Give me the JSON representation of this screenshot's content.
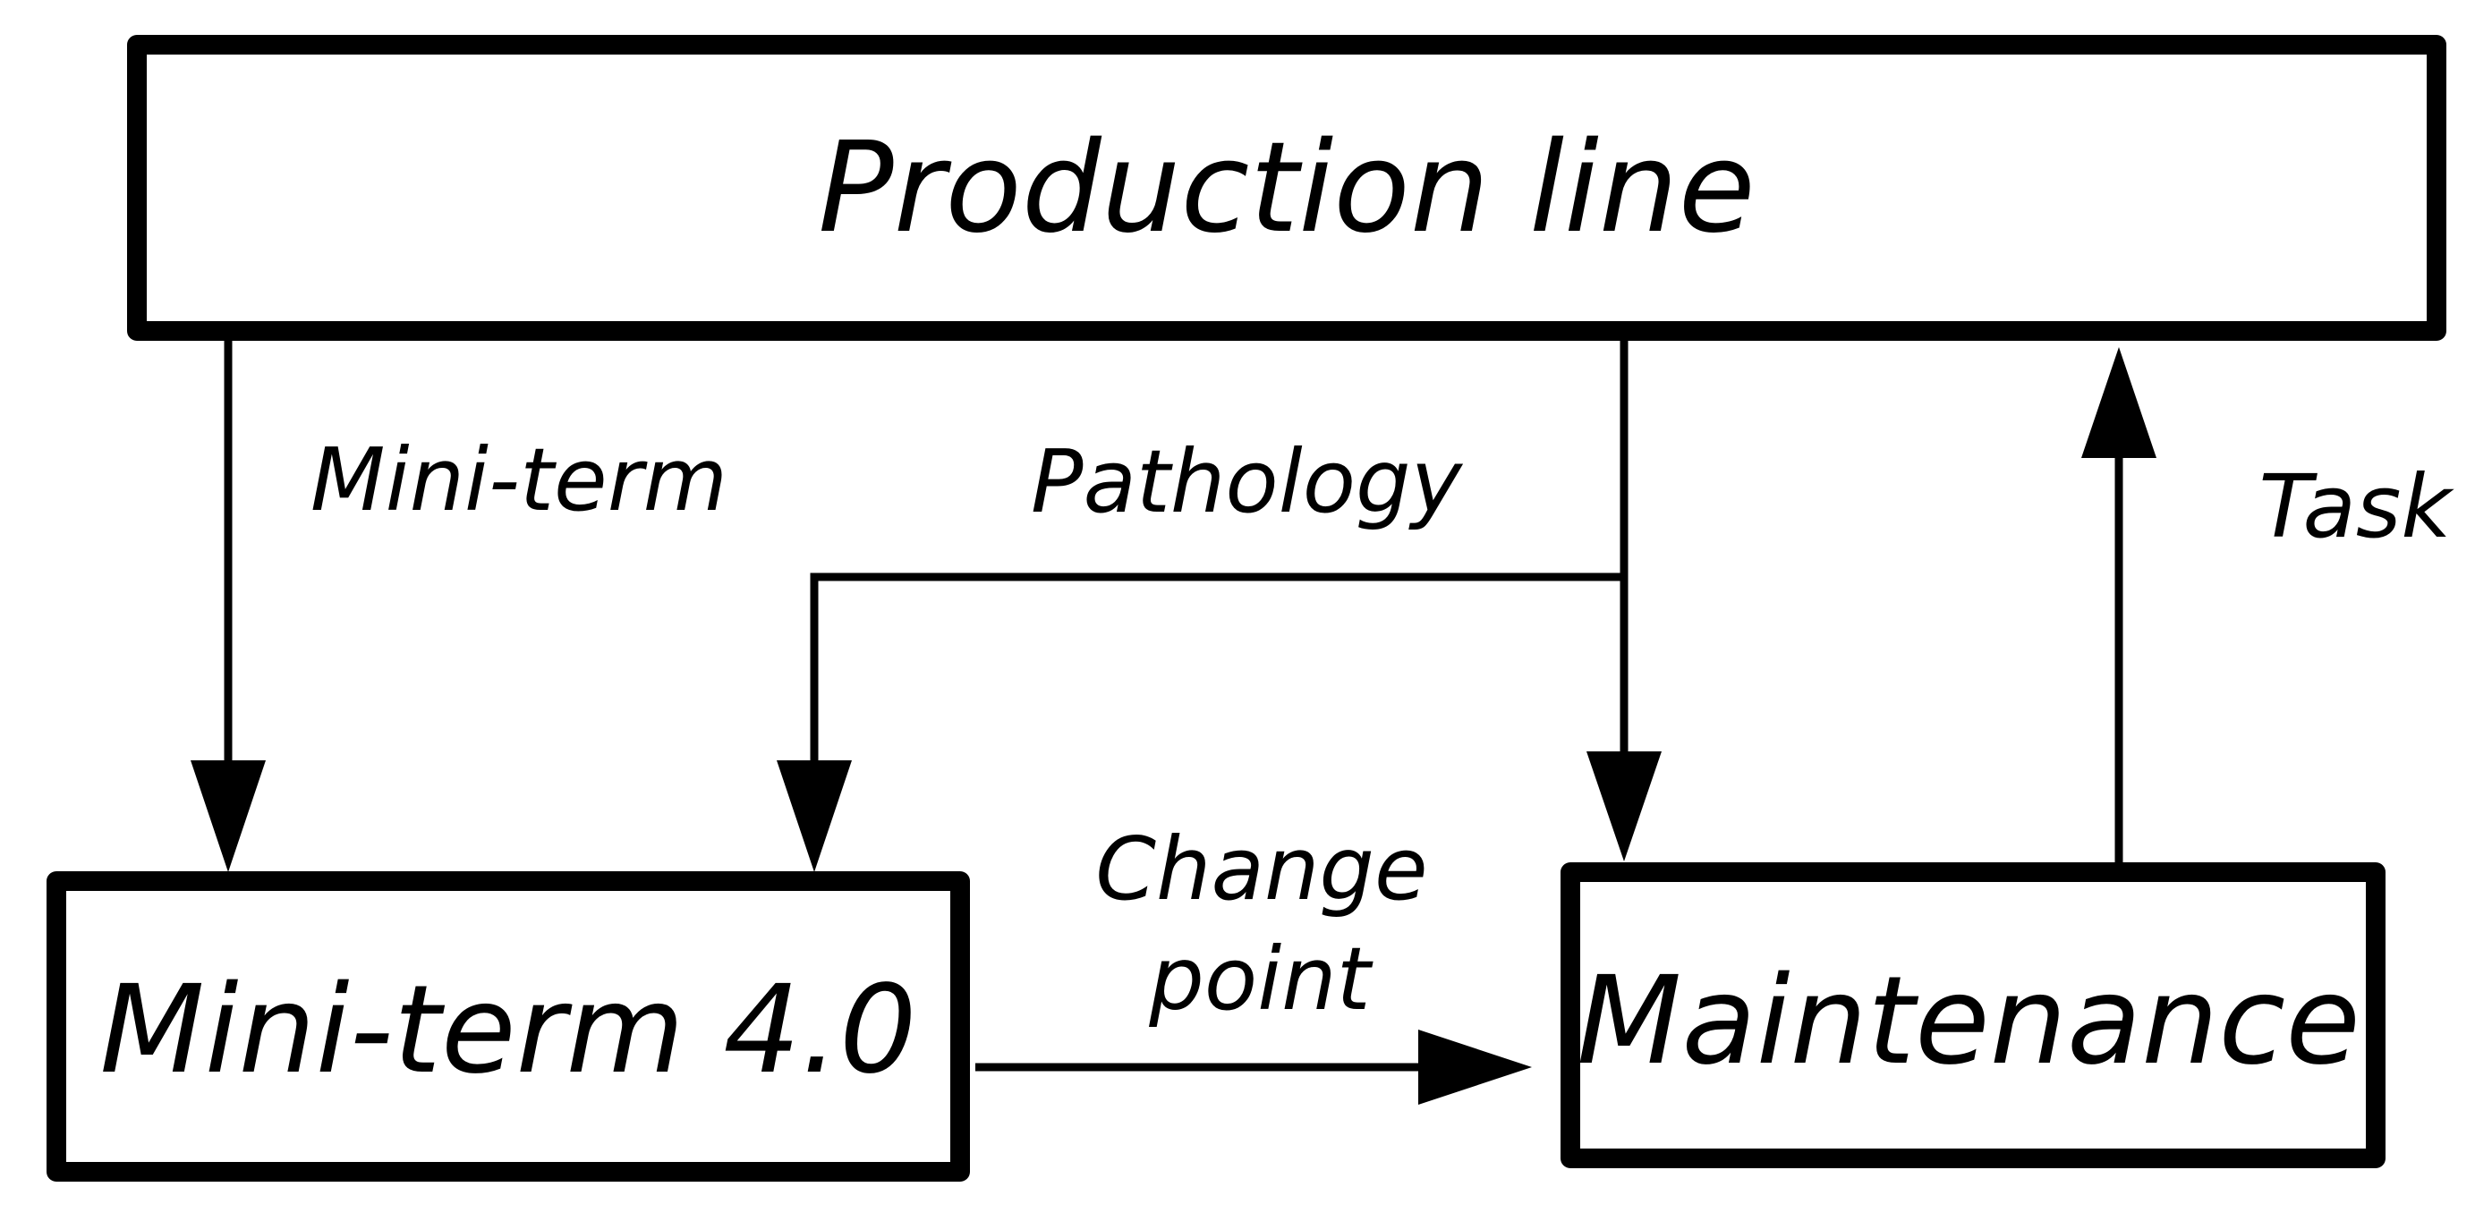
{
  "nodes": {
    "production_line": "Production line",
    "mini_term": "Mini-term 4.0",
    "maintenance": "Maintenance"
  },
  "edges": {
    "mini_term_feed": "Mini-term",
    "pathology": "Pathology",
    "task": "Task",
    "change_point_line1": "Change",
    "change_point_line2": "point"
  },
  "colors": {
    "stroke": "#000000",
    "fill": "#ffffff"
  }
}
